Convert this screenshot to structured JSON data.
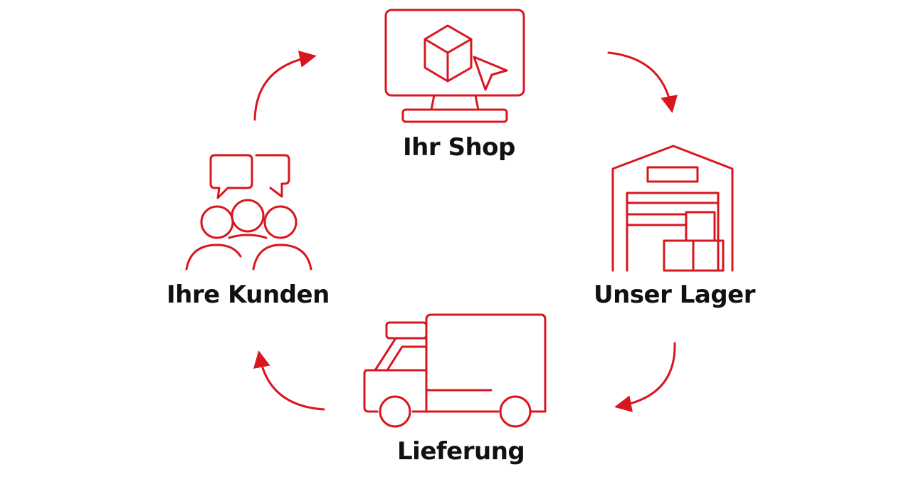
{
  "colors": {
    "accent": "#d9161f",
    "text": "#111111",
    "background": "#ffffff"
  },
  "nodes": [
    {
      "id": "shop",
      "label": "Ihr Shop",
      "icon": "monitor-box-cursor-icon"
    },
    {
      "id": "lager",
      "label": "Unser Lager",
      "icon": "warehouse-icon"
    },
    {
      "id": "lieferung",
      "label": "Lieferung",
      "icon": "delivery-truck-icon"
    },
    {
      "id": "kunden",
      "label": "Ihre Kunden",
      "icon": "customers-speech-bubbles-icon"
    }
  ],
  "cycle": [
    "shop",
    "lager",
    "lieferung",
    "kunden"
  ]
}
